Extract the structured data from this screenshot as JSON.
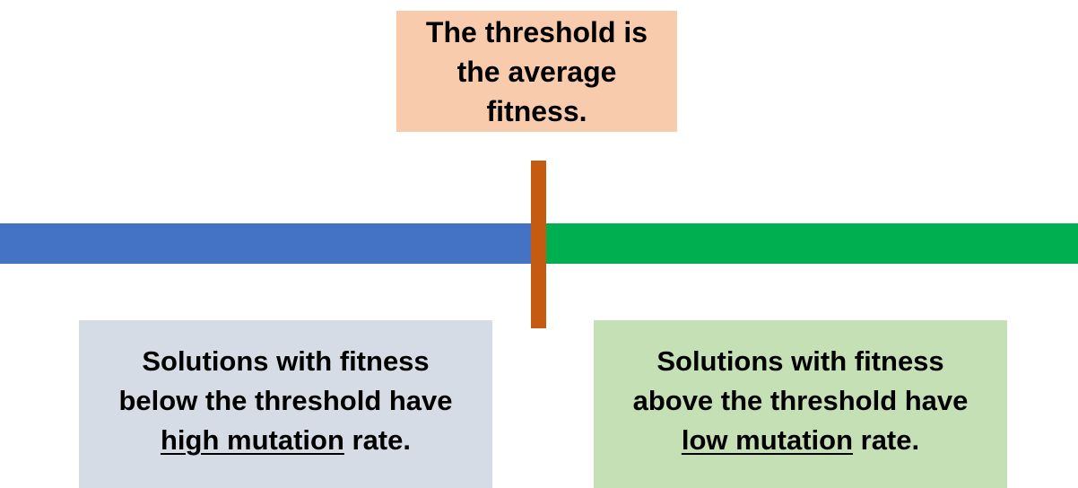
{
  "threshold_box": {
    "lines": [
      "The threshold is",
      "the average",
      "fitness."
    ],
    "color": "#F8CBAD"
  },
  "below_box": {
    "line1": "Solutions with fitness",
    "line2": "below the threshold have",
    "emphasis": "high mutation",
    "tail": " rate.",
    "color": "#D6DCE5"
  },
  "above_box": {
    "line1": "Solutions with fitness",
    "line2": "above the threshold have",
    "emphasis": "low mutation",
    "tail": " rate.",
    "color": "#C5E0B4"
  },
  "bars": {
    "below_color": "#4472C4",
    "above_color": "#00B050",
    "marker_color": "#C55A11"
  }
}
